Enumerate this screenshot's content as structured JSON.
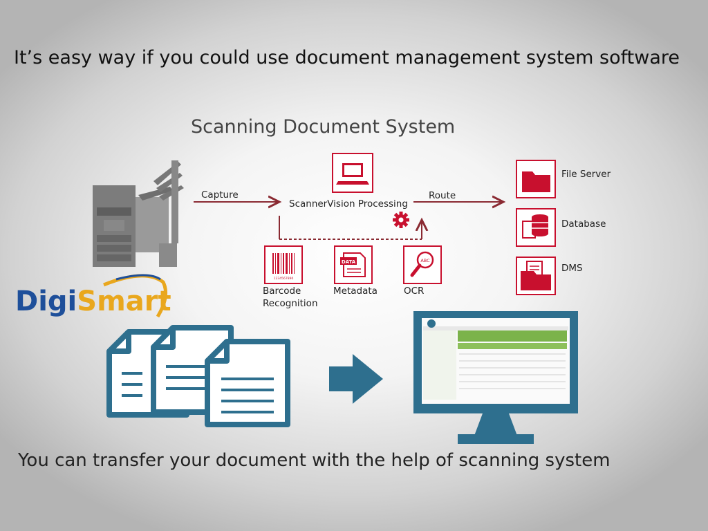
{
  "headline": "It’s easy way if you could use document management system software",
  "diagram": {
    "title": "Scanning Document System",
    "capture_label": "Capture",
    "processing_label": "ScannerVision Processing",
    "route_label": "Route",
    "features": [
      {
        "line1": "Barcode",
        "line2": "Recognition",
        "icon": "barcode-icon"
      },
      {
        "line1": "Metadata",
        "line2": "",
        "icon": "data-document-icon"
      },
      {
        "line1": "OCR",
        "line2": "",
        "icon": "magnifier-icon"
      }
    ],
    "destinations": [
      {
        "label": "File Server",
        "icon": "folder-icon"
      },
      {
        "label": "Database",
        "icon": "database-icon"
      },
      {
        "label": "DMS",
        "icon": "dms-folder-icon"
      }
    ],
    "barcode_caption": "1234567890",
    "data_caption": "DATA",
    "ocr_caption": "ABC"
  },
  "brand": {
    "part1": "Digi",
    "part2": "Smart"
  },
  "footer": "You can transfer your document with the help of scanning system",
  "colors": {
    "accent_red": "#c8102e",
    "teal": "#2e6f8e",
    "brand_blue": "#1e4f9a",
    "brand_gold": "#e9a71d"
  }
}
